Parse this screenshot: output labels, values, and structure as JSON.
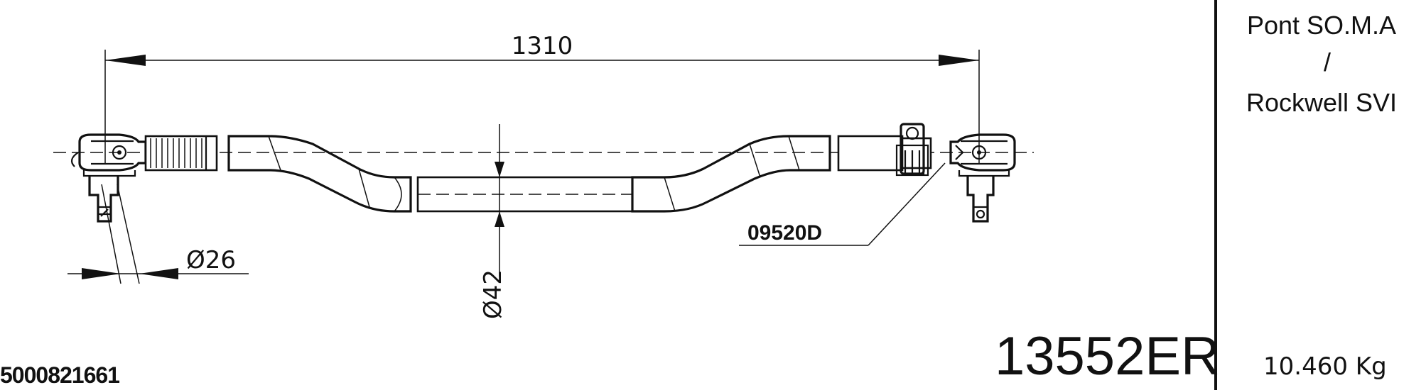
{
  "drawing": {
    "dim_length": "1310",
    "dim_ball_pin": "Ø26",
    "dim_tube": "Ø42",
    "clamp_ref": "09520D",
    "application_line1": "Pont SO.M.A",
    "application_line2": "/",
    "application_line3": "Rockwell SVI",
    "oem_number": "5000821661",
    "part_number": "13552ER",
    "weight": "10.460 Kg"
  }
}
